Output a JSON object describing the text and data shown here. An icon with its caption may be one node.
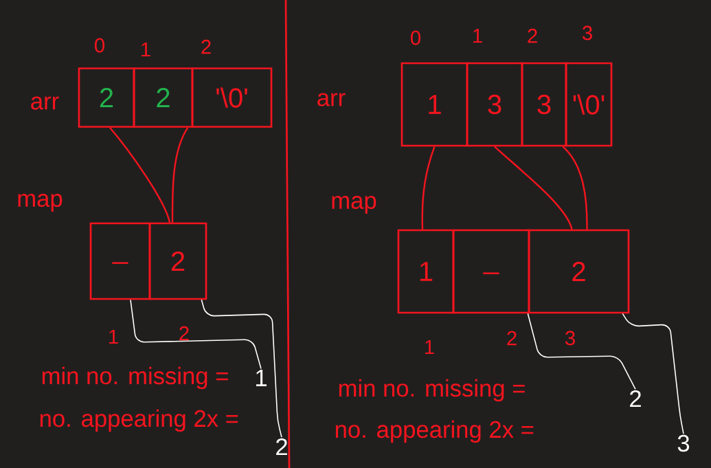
{
  "diagram": {
    "nodes": [
      {
        "text": [
          "2"
        ],
        "beside": [
          "0"
        ]
      },
      {
        "text": [
          "2"
        ],
        "beside": [
          "1"
        ]
      },
      {
        "text": [
          "'\\0'"
        ],
        "beside": [
          "2"
        ]
      },
      {
        "text": [
          "_"
        ],
        "beside": [
          "1"
        ]
      },
      {
        "text": [
          "2"
        ],
        "beside": [
          "2"
        ]
      },
      {
        "text": [
          "1"
        ]
      },
      {
        "text": [
          "2"
        ]
      },
      {
        "text": [
          "1"
        ],
        "beside": [
          "0"
        ]
      },
      {
        "text": [
          "3"
        ],
        "beside": [
          "1"
        ]
      },
      {
        "text": [
          "3"
        ],
        "beside": [
          "2"
        ]
      },
      {
        "text": [
          "'\\0'"
        ],
        "beside": [
          "3"
        ]
      },
      {
        "text": [
          "1"
        ],
        "beside": [
          "1"
        ]
      },
      {
        "text": [
          "_"
        ],
        "beside": [
          "2"
        ]
      },
      {
        "text": [
          "2"
        ],
        "beside": [
          "3"
        ]
      },
      {
        "text": [
          "2"
        ]
      },
      {
        "text": [
          "3"
        ]
      }
    ],
    "edges": [
      {
        "from": 0,
        "to": 4,
        "arrow": "none"
      },
      {
        "from": 1,
        "to": 4,
        "arrow": "none"
      },
      {
        "from": 7,
        "to": 11,
        "arrow": "none"
      },
      {
        "from": 8,
        "to": 13,
        "arrow": "none"
      },
      {
        "from": 9,
        "to": 13,
        "arrow": "none"
      },
      {
        "from": 3,
        "to": 5,
        "arrow": "none",
        "color": "#ffffff"
      },
      {
        "from": 4,
        "to": 6,
        "arrow": "none",
        "color": "#ffffff"
      },
      {
        "from": 12,
        "to": 14,
        "arrow": "none",
        "color": "#ffffff"
      },
      {
        "from": 13,
        "to": 15,
        "arrow": "none",
        "color": "#ffffff"
      }
    ],
    "labels": [
      "arr",
      "map",
      "min no. missing =",
      "no. appearing 2x =",
      "arr",
      "map",
      "min no. missing =",
      "no. appearing 2x ="
    ]
  }
}
